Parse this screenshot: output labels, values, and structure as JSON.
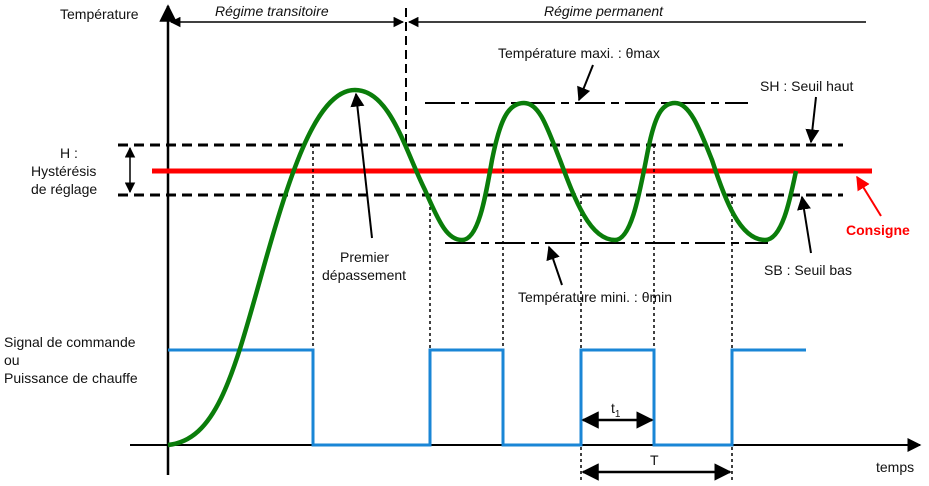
{
  "axes": {
    "y_label": "Température",
    "x_label": "temps"
  },
  "regimes": {
    "transient": "Régime transitoire",
    "steady": "Régime permanent"
  },
  "hysteresis": {
    "line1": "H :",
    "line2": "Hystérésis",
    "line3": "de réglage"
  },
  "labels": {
    "max": "Température maxi. : θmax",
    "min": "Température mini. : θmin",
    "sh": "SH : Seuil haut",
    "sb": "SB : Seuil bas",
    "consigne": "Consigne",
    "overshoot1": "Premier",
    "overshoot2": "dépassement",
    "t1": "t",
    "t1_sub": "1",
    "period": "T"
  },
  "signal": {
    "line1": "Signal de commande",
    "line2": "ou",
    "line3": "Puissance de chauffe"
  },
  "colors": {
    "temperature": "#0a7d0a",
    "consigne": "#ff0000",
    "signal": "#1a86d6"
  }
}
